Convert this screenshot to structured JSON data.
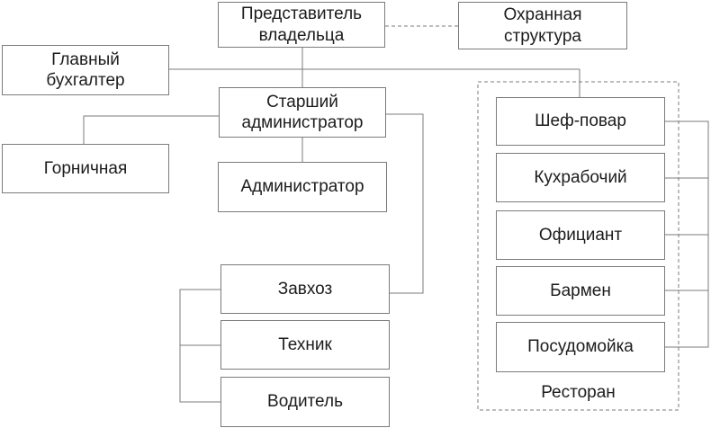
{
  "diagram": {
    "nodes": [
      {
        "id": "owner-representative",
        "label": "Представитель\nвладельца"
      },
      {
        "id": "security-structure",
        "label": "Охранная\nструктура"
      },
      {
        "id": "chief-accountant",
        "label": "Главный\nбухгалтер"
      },
      {
        "id": "senior-administrator",
        "label": "Старший\nадминистратор"
      },
      {
        "id": "maid",
        "label": "Горничная"
      },
      {
        "id": "administrator",
        "label": "Администратор"
      },
      {
        "id": "supply-manager",
        "label": "Завхоз"
      },
      {
        "id": "technician",
        "label": "Техник"
      },
      {
        "id": "driver",
        "label": "Водитель"
      },
      {
        "id": "chef",
        "label": "Шеф-повар"
      },
      {
        "id": "kitchen-worker",
        "label": "Кухрабочий"
      },
      {
        "id": "waiter",
        "label": "Официант"
      },
      {
        "id": "bartender",
        "label": "Бармен"
      },
      {
        "id": "dishwasher",
        "label": "Посудомойка"
      }
    ],
    "group": {
      "label": "Ресторан"
    },
    "edges": [
      {
        "from": "owner-representative",
        "to": "security-structure",
        "style": "dashed"
      },
      {
        "from": "owner-representative",
        "to": "chief-accountant",
        "style": "solid"
      },
      {
        "from": "owner-representative",
        "to": "senior-administrator",
        "style": "solid"
      },
      {
        "from": "owner-representative",
        "to": "chef",
        "style": "solid"
      },
      {
        "from": "senior-administrator",
        "to": "maid",
        "style": "solid"
      },
      {
        "from": "senior-administrator",
        "to": "administrator",
        "style": "solid"
      },
      {
        "from": "senior-administrator",
        "to": "supply-manager",
        "style": "solid"
      },
      {
        "from": "supply-manager",
        "to": "technician",
        "style": "solid"
      },
      {
        "from": "supply-manager",
        "to": "driver",
        "style": "solid"
      },
      {
        "from": "chef",
        "to": "kitchen-worker",
        "style": "solid"
      },
      {
        "from": "chef",
        "to": "waiter",
        "style": "solid"
      },
      {
        "from": "chef",
        "to": "bartender",
        "style": "solid"
      },
      {
        "from": "chef",
        "to": "dishwasher",
        "style": "solid"
      }
    ],
    "colors": {
      "background": "#ffffff",
      "box_border": "#7b7b7b",
      "connector_line": "#7b7b7b",
      "text": "#1c1c1c"
    }
  }
}
